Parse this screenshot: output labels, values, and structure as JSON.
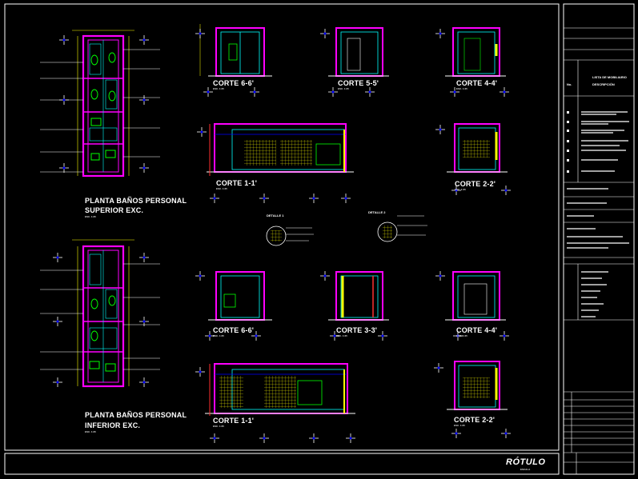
{
  "sheet": {
    "rotulo": "RÓTULO",
    "rotulo_sub": "ESCALA"
  },
  "plans": [
    {
      "title_1": "PLANTA BAÑOS PERSONAL",
      "title_2": "SUPERIOR EXC.",
      "scale": "ESC. 1:25"
    },
    {
      "title_1": "PLANTA BAÑOS PERSONAL",
      "title_2": "INFERIOR EXC.",
      "scale": "ESC. 1:25"
    }
  ],
  "sections": {
    "c66_top": {
      "title": "CORTE 6-6'",
      "scale": "ESC. 1:25"
    },
    "c55_top": {
      "title": "CORTE 5-5'",
      "scale": "ESC. 1:25"
    },
    "c44_top": {
      "title": "CORTE 4-4'",
      "scale": "ESC. 1:25"
    },
    "c11_top": {
      "title": "CORTE 1-1'",
      "scale": "ESC. 1:25"
    },
    "c22_top": {
      "title": "CORTE 2-2'",
      "scale": "ESC. 1:25"
    },
    "c66_bot": {
      "title": "CORTE 6-6'",
      "scale": "ESC. 1:25"
    },
    "c33_bot": {
      "title": "CORTE 3-3'",
      "scale": "ESC. 1:25"
    },
    "c44_bot": {
      "title": "CORTE 4-4'",
      "scale": "ESC. 1:25"
    },
    "c11_bot": {
      "title": "CORTE 1-1'",
      "scale": "ESC. 1:25"
    },
    "c22_bot": {
      "title": "CORTE 2-2'",
      "scale": "ESC. 1:25"
    }
  },
  "details": [
    {
      "title": "DETALLE 1"
    },
    {
      "title": "DETALLE 2"
    }
  ],
  "legend": {
    "title_1": "LISTA DE MOBILIARIO",
    "col_no": "No.",
    "col_desc": "DESCRIPCIÓN"
  },
  "colors": {
    "wall": "#ff00ff",
    "cyan": "#00ffff",
    "yellow": "#ffff00",
    "green": "#00ff00",
    "blue": "#0000ff",
    "red": "#ff3030",
    "white": "#ffffff"
  }
}
